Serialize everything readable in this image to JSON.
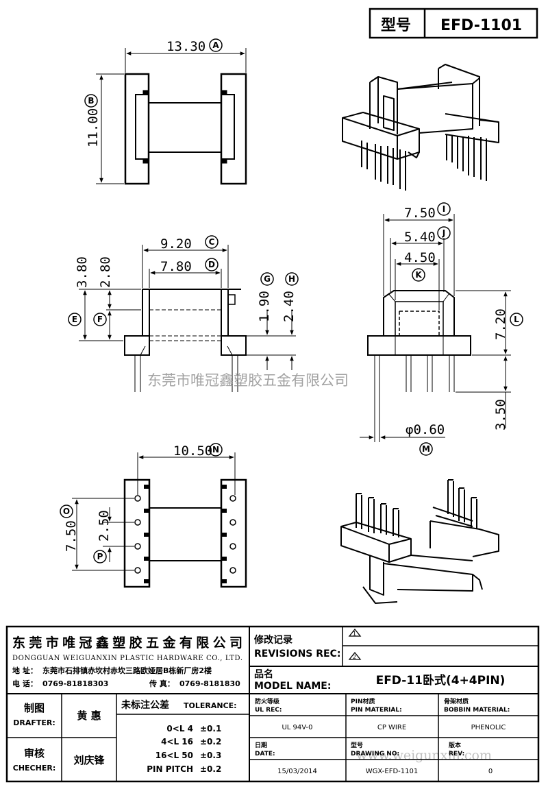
{
  "header": {
    "type_label": "型号",
    "model": "EFD-1101"
  },
  "dimensions": {
    "A": {
      "value": "13.30",
      "letter": "A"
    },
    "B": {
      "value": "11.00",
      "letter": "B"
    },
    "C": {
      "value": "9.20",
      "letter": "C"
    },
    "D": {
      "value": "7.80",
      "letter": "D"
    },
    "E": {
      "value": "3.80",
      "letter": "E"
    },
    "F": {
      "value": "2.80",
      "letter": "F"
    },
    "G": {
      "value": "1.90",
      "letter": "G"
    },
    "H": {
      "value": "2.40",
      "letter": "H"
    },
    "I": {
      "value": "7.50",
      "letter": "I"
    },
    "J": {
      "value": "5.40",
      "letter": "J"
    },
    "K": {
      "value": "4.50",
      "letter": "K"
    },
    "L": {
      "value": "7.20",
      "letter": "L"
    },
    "pin_len": {
      "value": "3.50"
    },
    "M": {
      "value": "φ0.60",
      "letter": "M"
    },
    "N": {
      "value": "10.50",
      "letter": "N"
    },
    "O": {
      "value": "7.50",
      "letter": "O"
    },
    "P": {
      "value": "2.50",
      "letter": "P"
    }
  },
  "watermark_center": "东莞市唯冠鑫塑胶五金有限公司",
  "watermark_url": "www.weigunxin.com",
  "company": {
    "name_cn": "东莞市唯冠鑫塑胶五金有限公司",
    "name_en": "DONGGUAN WEIGUANXIN PLASTIC HARDWARE CO., LTD.",
    "address_label": "地  址：",
    "address": "东莞市石排镇赤坎村赤坎三路欧娅居B栋新厂房2楼",
    "phone_label": "电  话：",
    "phone": "0769-81818303",
    "fax_label": "传  真：",
    "fax": "0769-8181830"
  },
  "revisions": {
    "label_cn": "修改记录",
    "label_en": "REVISIONS REC:",
    "marks": [
      "1",
      "2"
    ]
  },
  "model_name": {
    "label_cn": "品名",
    "label_en": "MODEL NAME:",
    "value": "EFD-11卧式(4+4PIN)"
  },
  "drafter": {
    "label_cn": "制图",
    "label_en": "DRAFTER:",
    "name": "黄  惠"
  },
  "checker": {
    "label_cn": "审核",
    "label_en": "CHECHER:",
    "name": "刘庆锋"
  },
  "tolerance": {
    "title_cn": "未标注公差",
    "title_en": "TOLERANCE:",
    "rows": [
      {
        "range": "0<L   4",
        "tol": "±0.1"
      },
      {
        "range": "4<L   16",
        "tol": "±0.2"
      },
      {
        "range": "16<L   50",
        "tol": "±0.3"
      },
      {
        "range": "PIN PITCH",
        "tol": "±0.2"
      }
    ]
  },
  "specs": {
    "ul_cn": "防火等级",
    "ul_en": "UL REC:",
    "ul_value": "UL 94V-0",
    "pin_cn": "PIN材质",
    "pin_en": "PIN MATERIAL:",
    "pin_value": "CP WIRE",
    "bobbin_cn": "骨架材质",
    "bobbin_en": "BOBBIN MATERIAL:",
    "bobbin_value": "PHENOLIC",
    "date_cn": "日期",
    "date_en": "DATE:",
    "date_value": "15/03/2014",
    "drawing_cn": "型号",
    "drawing_en": "DRAWING NO:",
    "drawing_value": "WGX-EFD-1101",
    "rev_cn": "版本",
    "rev_en": "REV:",
    "rev_value": "0"
  }
}
